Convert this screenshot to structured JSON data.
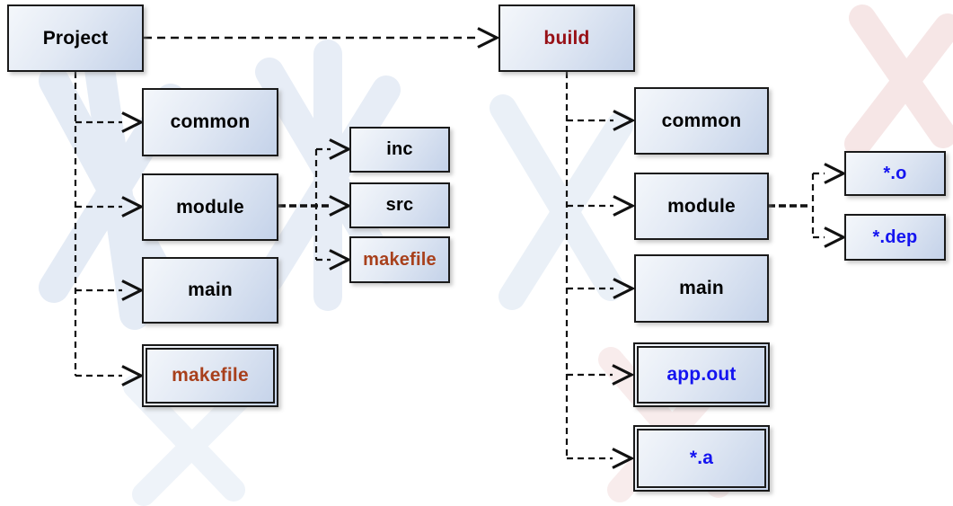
{
  "diagram": {
    "colors": {
      "box_border": "#1a1a1a",
      "box_fill_top": "#f4f7fb",
      "box_fill_bottom": "#c4d2e9",
      "text_black": "#000000",
      "text_makefile_brown": "#a8401c",
      "text_build_dark_red": "#971016",
      "text_output_blue": "#1414f0",
      "connector": "#111111"
    },
    "left_tree": {
      "root": "Project",
      "children": [
        "common",
        "module",
        "main",
        "makefile"
      ],
      "module_children": [
        "inc",
        "src",
        "makefile"
      ]
    },
    "right_tree": {
      "root": "build",
      "children": [
        "common",
        "module",
        "main",
        "app.out",
        "*.a"
      ],
      "module_children": [
        "*.o",
        "*.dep"
      ]
    }
  }
}
